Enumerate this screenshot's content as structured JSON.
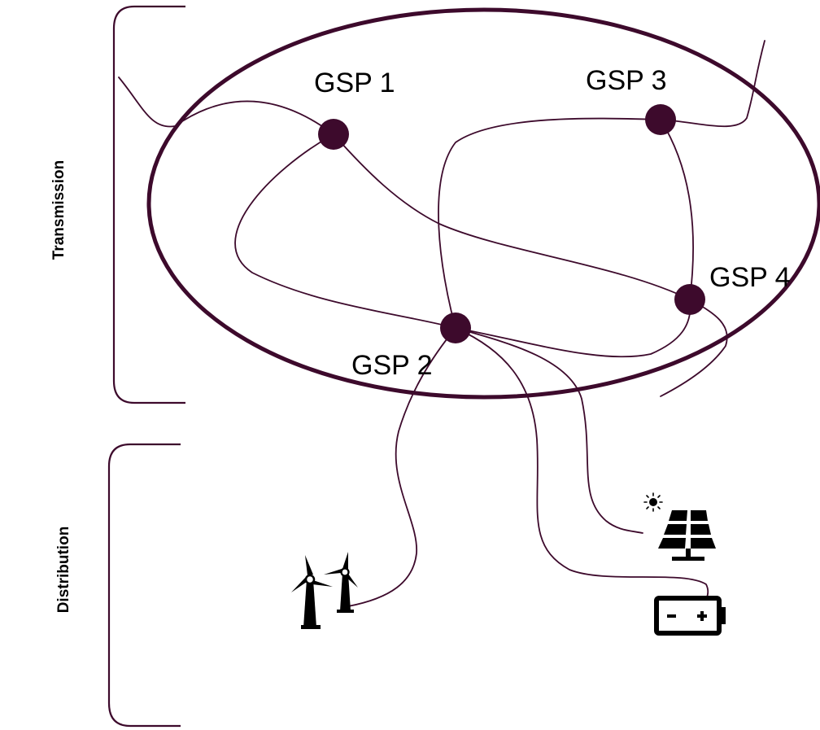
{
  "sections": {
    "transmission": "Transmission",
    "distribution": "Distribution"
  },
  "gsps": {
    "gsp1": "GSP 1",
    "gsp2": "GSP 2",
    "gsp3": "GSP 3",
    "gsp4": "GSP 4"
  },
  "icons": [
    "wind-turbine-icon",
    "solar-panel-icon",
    "battery-icon"
  ],
  "colors": {
    "line": "#3d0a2c",
    "node": "#3d0a2c",
    "icon": "#000000"
  }
}
